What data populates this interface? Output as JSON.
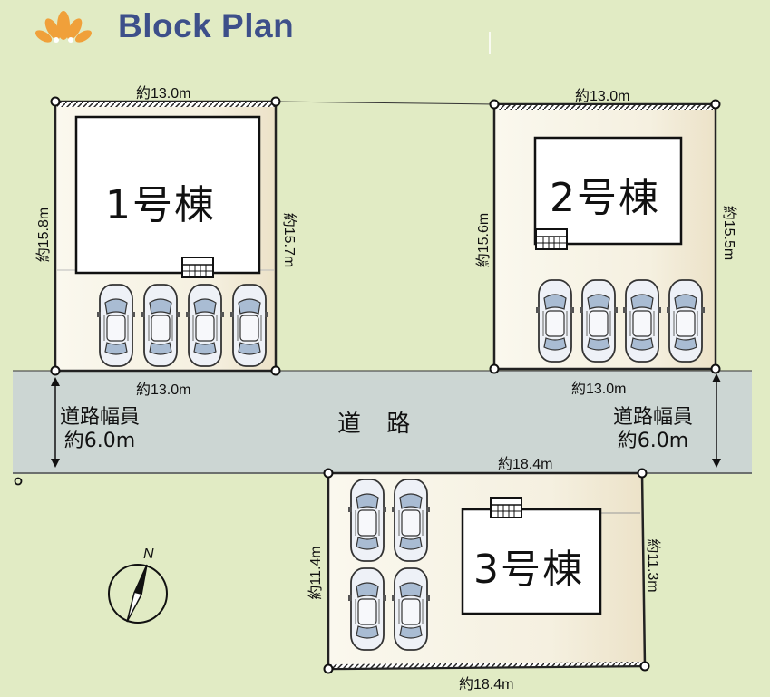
{
  "header": {
    "title": "Block Plan",
    "logo_icon": "lotus-logo-icon",
    "logo_color": "#f0a03a",
    "title_color": "#3d4f8a"
  },
  "colors": {
    "background": "#e1ebc4",
    "road": "#ccd6d3",
    "lot": "#f7f3e4"
  },
  "lot1": {
    "name": "1号棟",
    "top": "約13.0m",
    "bottom": "約13.0m",
    "left": "約15.8m",
    "right": "約15.7m"
  },
  "lot2": {
    "name": "2号棟",
    "top": "約13.0m",
    "bottom": "約13.0m",
    "left": "約15.6m",
    "right": "約15.5m"
  },
  "lot3": {
    "name": "3号棟",
    "top": "約18.4m",
    "bottom": "約18.4m",
    "left": "約11.4m",
    "right": "約11.3m"
  },
  "road": {
    "label": "道 路",
    "width_label_line1": "道路幅員",
    "width_label_line2": "約6.0m"
  },
  "compass": {
    "label": "N"
  }
}
